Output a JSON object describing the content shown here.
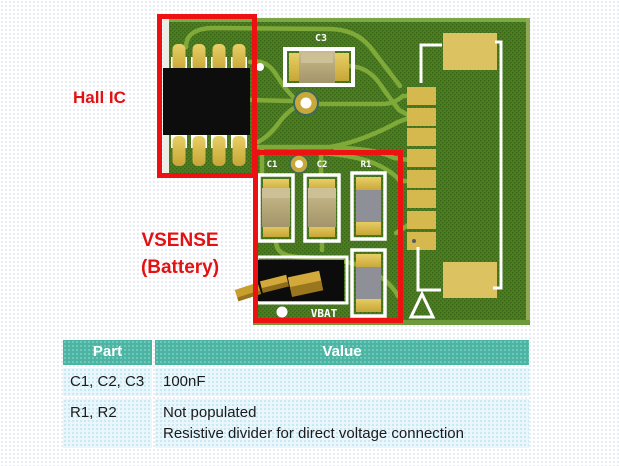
{
  "annotations": {
    "hall_ic_label": "Hall IC",
    "vsense_label_line1": "VSENSE",
    "vsense_label_line2": "(Battery)",
    "highlight_color": "#ee1111"
  },
  "pcb": {
    "silkscreen": {
      "c3": "C3",
      "c1": "C1",
      "c2": "C2",
      "r1": "R1",
      "vbat": "VBAT"
    },
    "colors": {
      "board_green": "#4b7e21",
      "board_texture": "#396416",
      "trace_green": "#7fa938",
      "pad_gold": "#d6b94e",
      "silkscreen_white": "#ffffff",
      "ic_black": "#0d0d0d",
      "unpopulated_gray": "#8f9097"
    }
  },
  "parts_table": {
    "columns": [
      "Part",
      "Value"
    ],
    "header_bg": "#4cb4a2",
    "row_bg": "#e9f6fb",
    "rows": [
      {
        "part": "C1, C2, C3",
        "value_lines": [
          "100nF",
          ""
        ]
      },
      {
        "part": "R1, R2",
        "value_lines": [
          "Not populated",
          "Resistive divider for direct voltage connection"
        ]
      }
    ]
  }
}
